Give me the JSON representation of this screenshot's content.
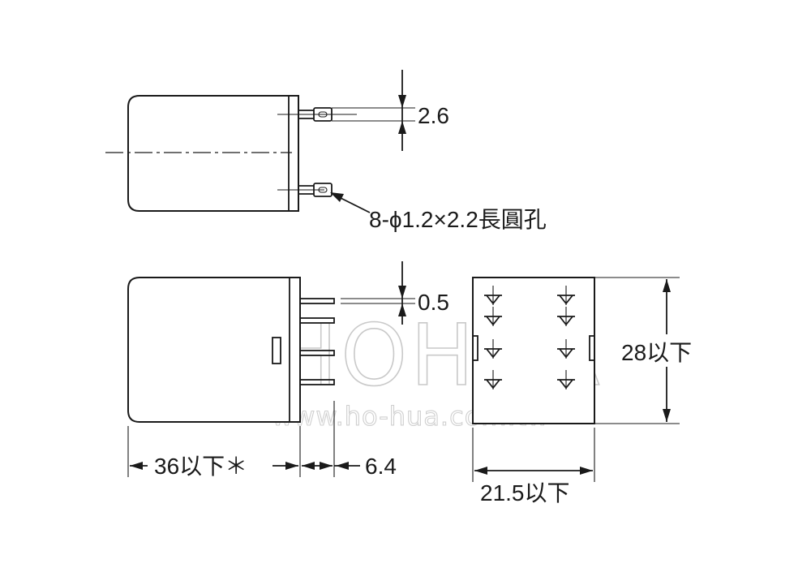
{
  "dimensions": {
    "pin_offset": "2.6",
    "pin_hole": "8-ϕ1.2×2.2長圓孔",
    "pin_thickness": "0.5",
    "height": "28以下",
    "length": "36以下＊",
    "pin_length": "6.4",
    "width": "21.5以下"
  },
  "watermark": {
    "brand": "HOHUA",
    "site": "www.ho-hua.com.tw"
  }
}
